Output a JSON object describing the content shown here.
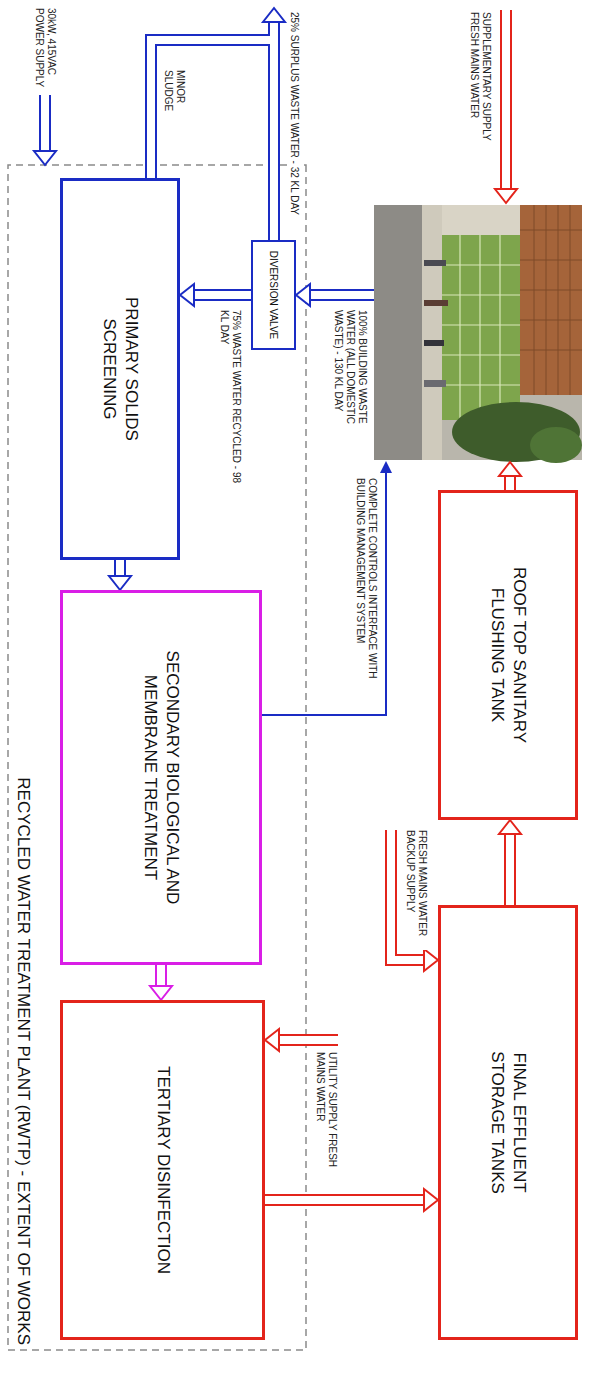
{
  "diagram": {
    "title": "RECYCLED WATER TREATMENT PLANT (RWTP) - EXTENT OF WORKS",
    "nodes": [
      {
        "text": [
          "DIVERSION VALVE"
        ]
      },
      {
        "text": [
          "PRIMARY SOLIDS SCREENING"
        ]
      },
      {
        "text": [
          "SECONDARY BIOLOGICAL AND MEMBRANE TREATMENT"
        ]
      },
      {
        "text": [
          "TERTIARY DISINFECTION"
        ]
      },
      {
        "text": [
          "FINAL EFFLUENT STORAGE TANKS"
        ]
      },
      {
        "text": [
          "ROOF TOP SANITARY FLUSHING TANK"
        ]
      }
    ],
    "edges": [
      {
        "from": 0,
        "to": 1,
        "label": "75% WASTE WATER RECYCLED - 98 KL DAY",
        "arrow": "to"
      },
      {
        "from": 1,
        "to": 2,
        "arrow": "to"
      },
      {
        "from": 2,
        "to": 3,
        "arrow": "to"
      },
      {
        "from": 3,
        "to": 4,
        "arrow": "to"
      },
      {
        "from": 4,
        "to": 5,
        "arrow": "to"
      }
    ],
    "labels": [
      "30kW, 415VAC POWER SUPPLY",
      "MINOR SLUDGE",
      "25% SURPLUS WASTE WATER - 32 KL DAY",
      "SUPPLEMENTARY SUPPLY FRESH MAINS WATER",
      "100% BUILDING WASTE WATER (ALL DOMESTIC WASTE) - 130 KL DAY",
      "COMPLETE CONTROLS INTERFACE WITH BUILDING MANAGEMENT SYSTEM",
      "FRESH MAINS WATER BACKUP SUPPLY",
      "UTILITY SUPPLY FRESH MAINS WATER"
    ]
  }
}
